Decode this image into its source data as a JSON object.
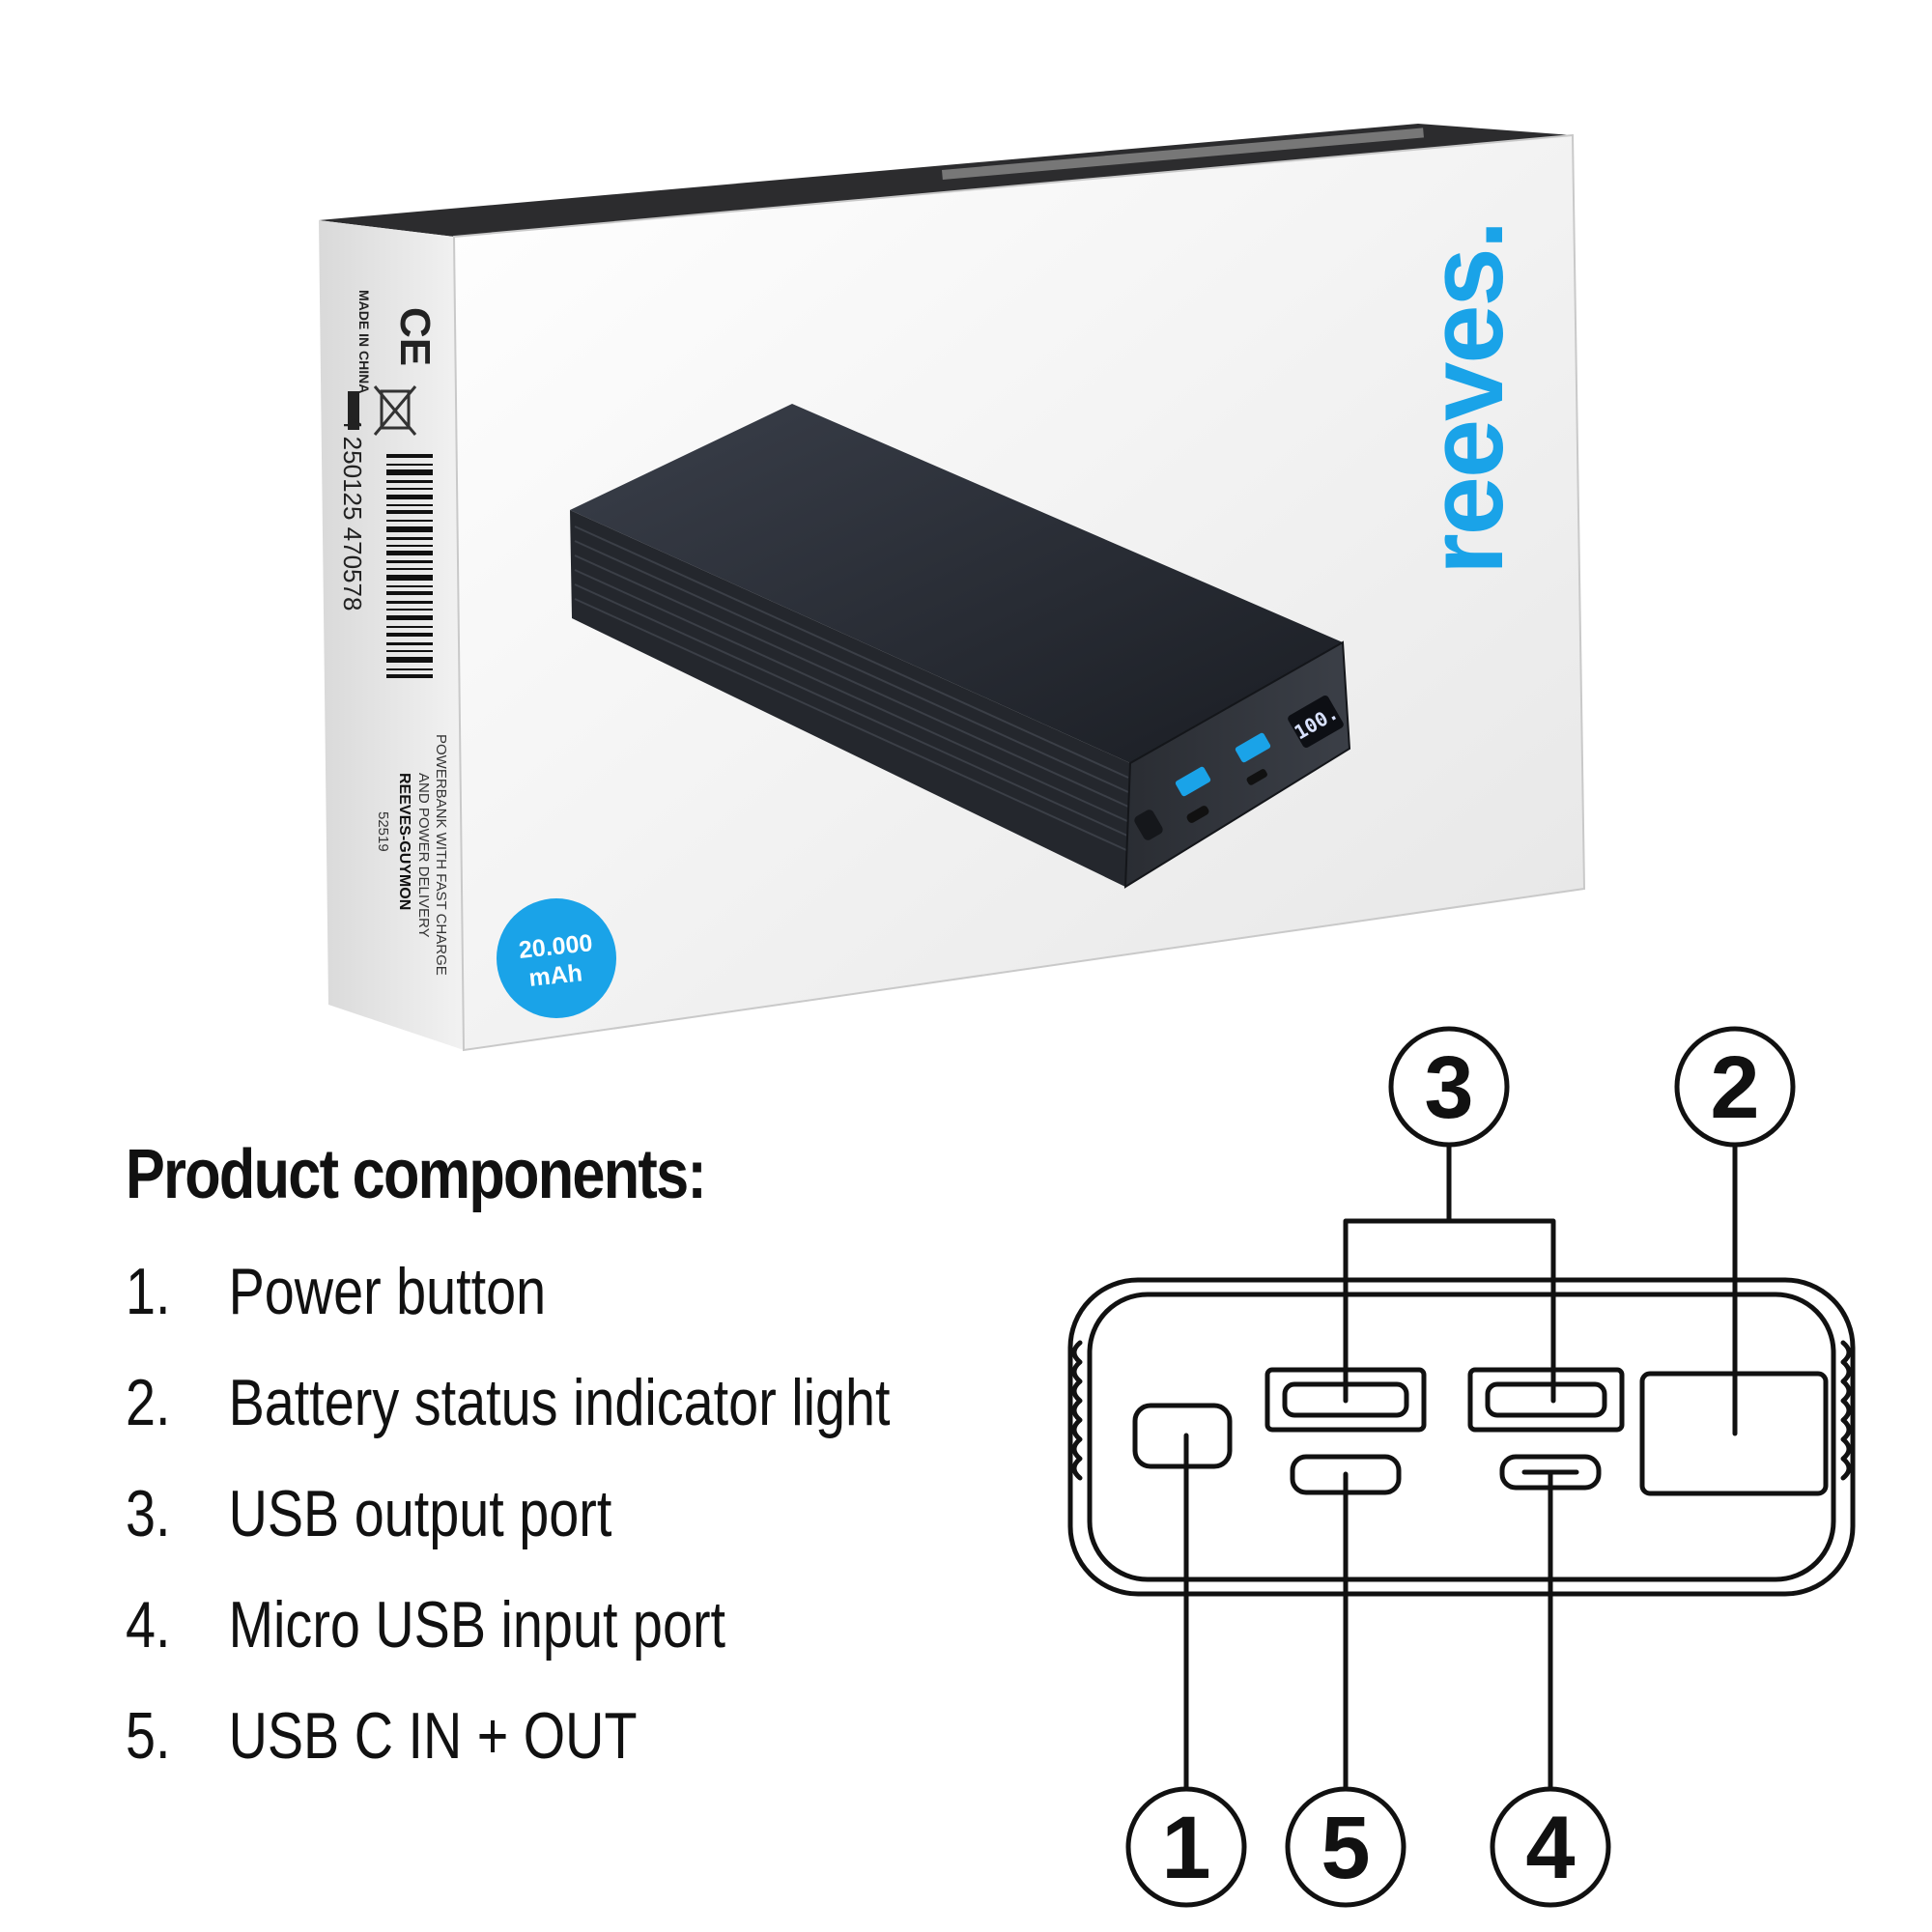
{
  "box": {
    "brand": "reeves.",
    "capacity_line1": "20.000",
    "capacity_line2": "mAh",
    "side_made_in": "MADE IN CHINA",
    "side_ce": "CE",
    "barcode_number": "4 250125 470578",
    "side_desc_line1": "POWERBANK WITH FAST CHARGE",
    "side_desc_line2": "AND POWER DELIVERY",
    "side_model": "REEVES-GUYMON",
    "side_code": "52519",
    "display_reading": "100."
  },
  "components": {
    "title": "Product components:",
    "items": [
      {
        "number": "1.",
        "label": "Power button"
      },
      {
        "number": "2.",
        "label": "Battery status indicator light"
      },
      {
        "number": "3.",
        "label": "USB output port"
      },
      {
        "number": "4.",
        "label": "Micro USB input port"
      },
      {
        "number": "5.",
        "label": "USB C IN + OUT"
      }
    ]
  },
  "callouts": {
    "c1": "1",
    "c2": "2",
    "c3": "3",
    "c4": "4",
    "c5": "5"
  },
  "colors": {
    "brand_blue": "#1aa3e8",
    "box_lid": "#2c2c2e",
    "box_front": "#f4f4f4",
    "device": "#1f2228"
  }
}
